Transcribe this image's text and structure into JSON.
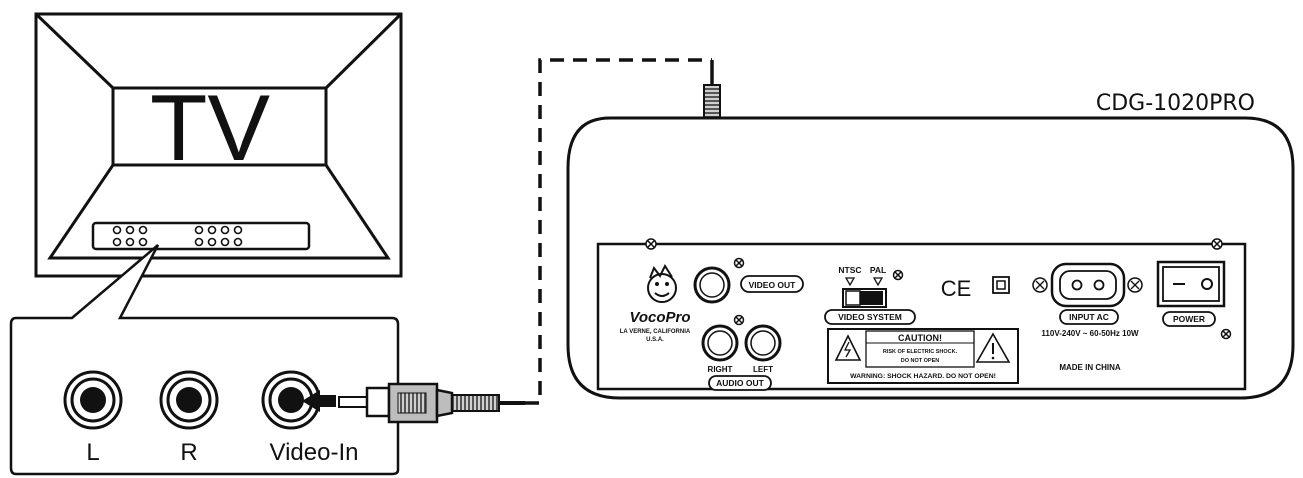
{
  "tv": {
    "label": "TV",
    "jacks": [
      "L",
      "R",
      "Video-In"
    ]
  },
  "player": {
    "model": "CDG-1020PRO",
    "brand": "VocoPro",
    "brand_address_1": "LA VERNE, CALIFORNIA",
    "brand_address_2": "U.S.A.",
    "video_out": "VIDEO OUT",
    "ntsc": "NTSC",
    "pal": "PAL",
    "video_system": "VIDEO SYSTEM",
    "audio_right": "RIGHT",
    "audio_left": "LEFT",
    "audio_out": "AUDIO OUT",
    "caution_title": "CAUTION!",
    "caution_line1": "RISK OF ELECTRIC SHOCK.",
    "caution_line2": "DO NOT OPEN",
    "caution_warning": "WARNING: SHOCK HAZARD. DO NOT OPEN!",
    "ce_mark": "CE",
    "input_ac": "INPUT AC",
    "power_rating": "110V-240V ~ 60-50Hz 10W",
    "made_in": "MADE IN CHINA",
    "power": "POWER"
  }
}
